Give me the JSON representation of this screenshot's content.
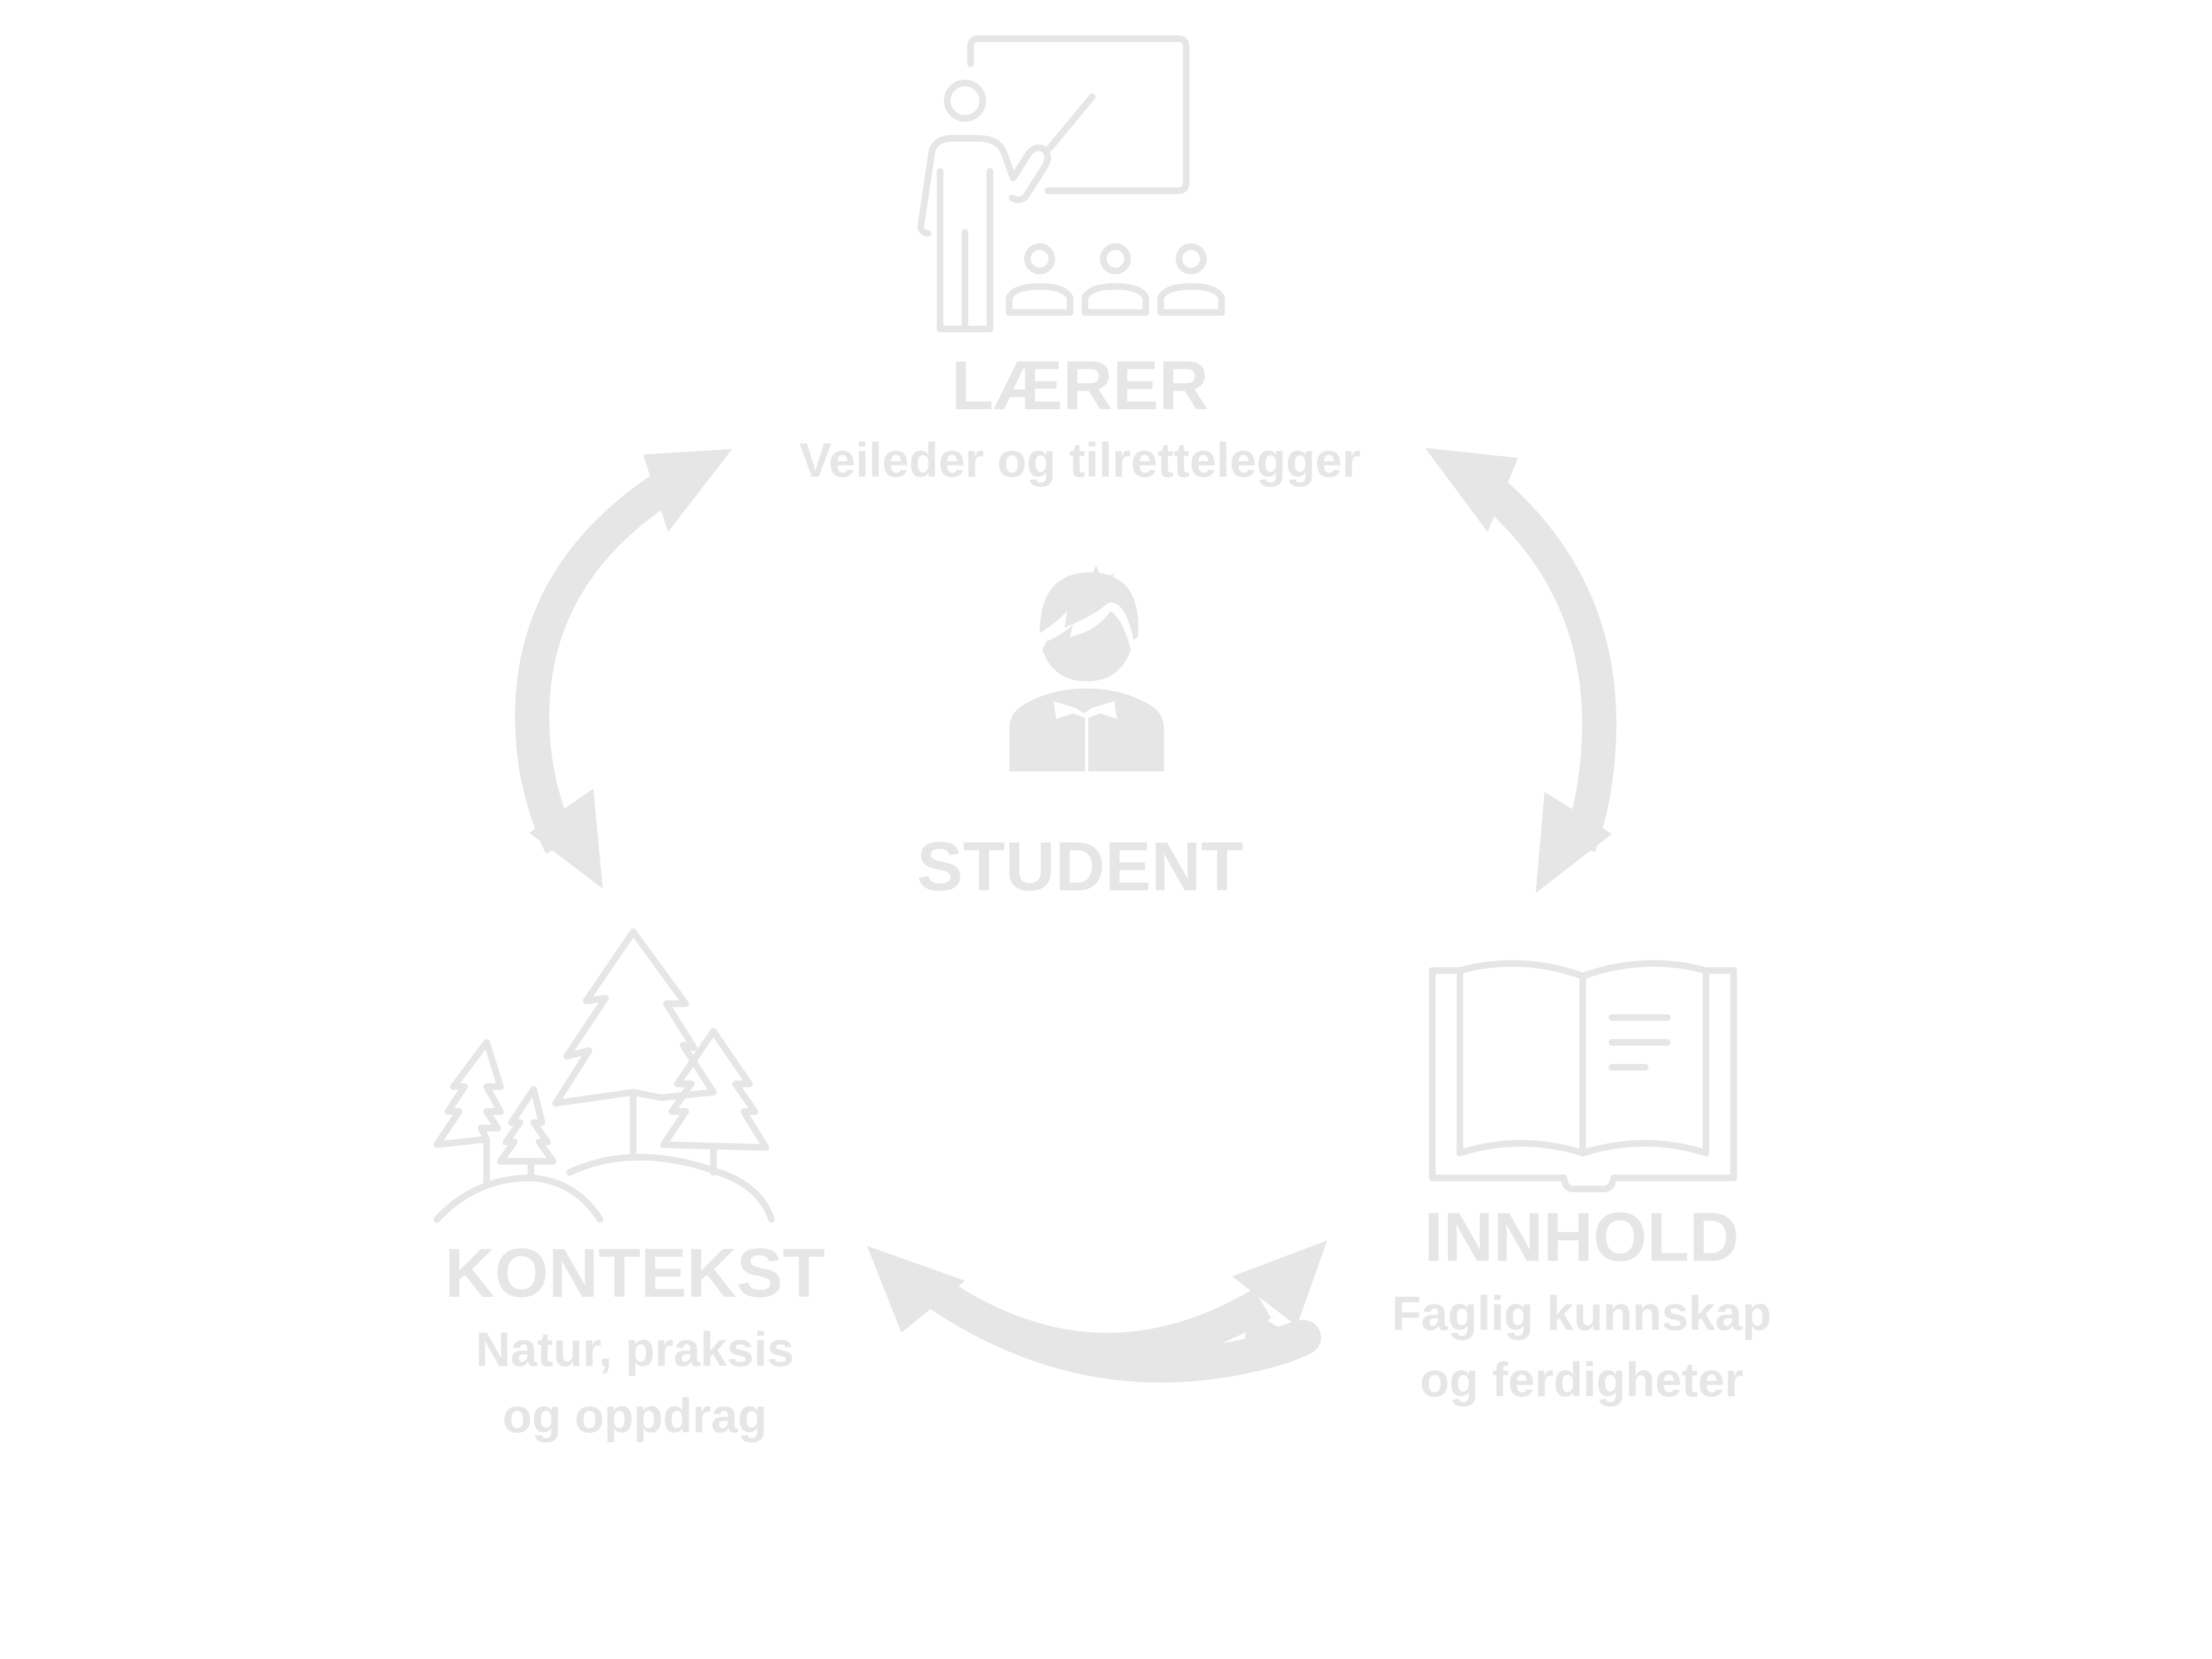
{
  "center": {
    "title": "STUDENT"
  },
  "nodes": {
    "teacher": {
      "title": "LÆRER",
      "subtitle": "Veileder og tilrettelegger"
    },
    "content": {
      "title": "INNHOLD",
      "subtitle_line1": "Faglig kunnskap",
      "subtitle_line2": "og ferdigheter"
    },
    "context": {
      "title": "KONTEKST",
      "subtitle_line1": "Natur, praksis",
      "subtitle_line2": "og oppdrag"
    }
  },
  "colors": {
    "ink": "#e6e6e6",
    "background": "#ffffff"
  },
  "icons": [
    "teacher-classroom-icon",
    "student-icon",
    "open-book-icon",
    "forest-icon"
  ],
  "arrows": [
    "teacher-context-arrow",
    "teacher-content-arrow",
    "context-content-arrow"
  ]
}
